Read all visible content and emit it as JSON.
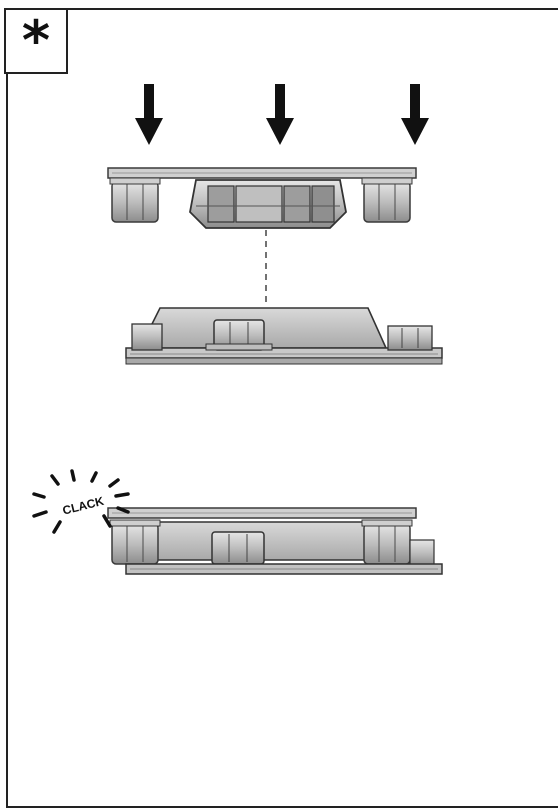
{
  "badge": {
    "symbol": "*"
  },
  "callout": {
    "text": "CLACK"
  },
  "colors": {
    "frame": "#222222",
    "metal_light": "#d4d4d4",
    "metal_mid": "#b0b0b0",
    "metal_dark": "#7a7a7a",
    "outline": "#3a3a3a",
    "arrow": "#111111"
  },
  "icons": [
    "down-arrow-icon",
    "sound-burst-icon"
  ],
  "steps": [
    {
      "name": "top-plate-with-nuts"
    },
    {
      "name": "dome-base"
    },
    {
      "name": "assembled-clicked"
    }
  ]
}
